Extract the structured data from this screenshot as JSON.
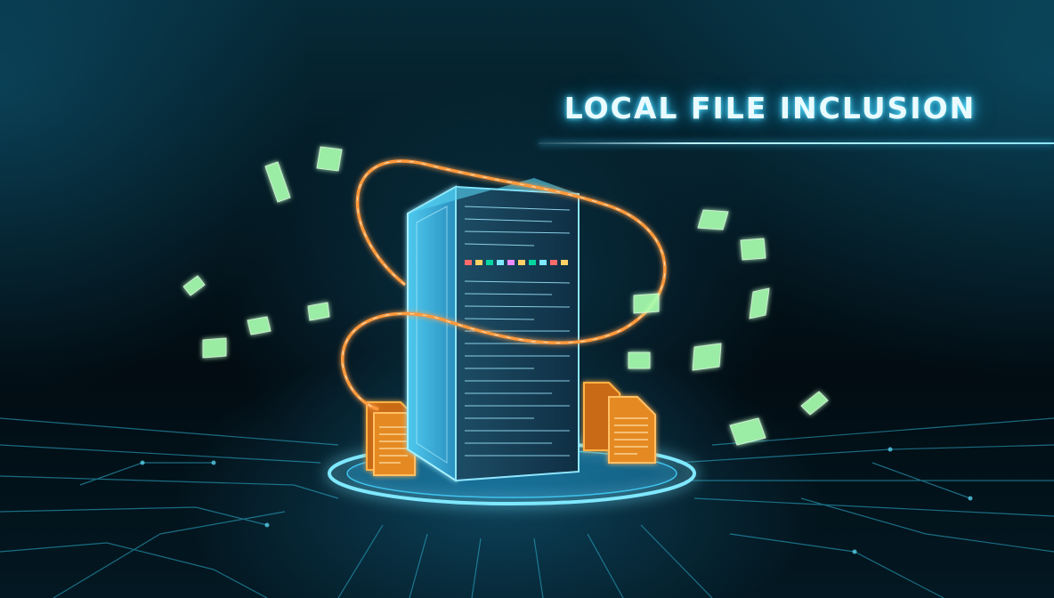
{
  "headline": {
    "text": "LOCAL FILE INCLUSION"
  },
  "colors": {
    "background": "#03141c",
    "accent_cyan": "#39c6f3",
    "chain_orange": "#ff9a3c",
    "document_green": "#a8ffb0",
    "file_orange": "#ffb347"
  },
  "illustration": {
    "subject": "server-tower",
    "elements": [
      "server-tower",
      "orange-chain-loop",
      "orange-document-stack",
      "floating-green-documents",
      "circuit-floor",
      "glowing-platform-ring"
    ]
  }
}
